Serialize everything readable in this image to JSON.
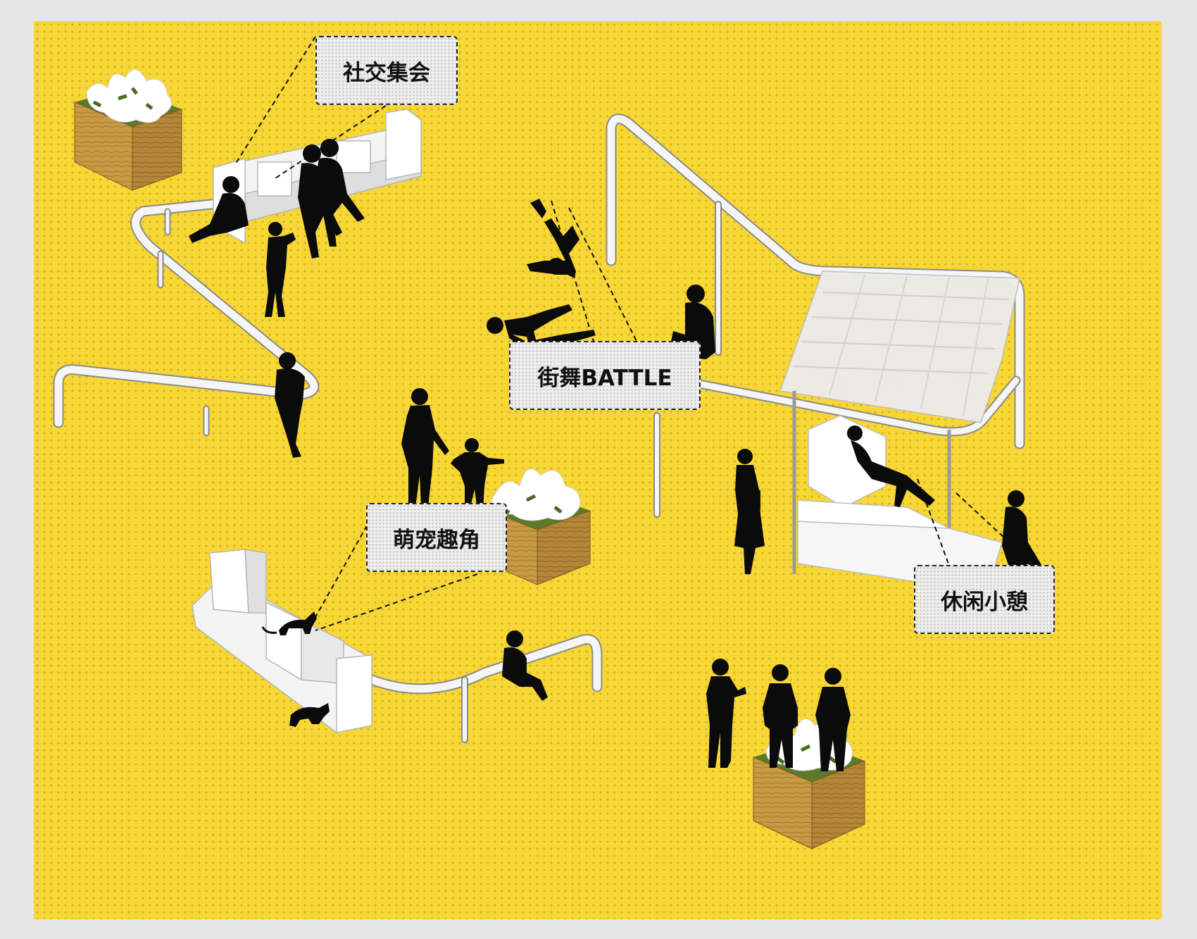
{
  "callouts": {
    "social": "社交集会",
    "dance": "街舞BATTLE",
    "pets": "萌宠趣角",
    "rest": "休闲小憩"
  }
}
